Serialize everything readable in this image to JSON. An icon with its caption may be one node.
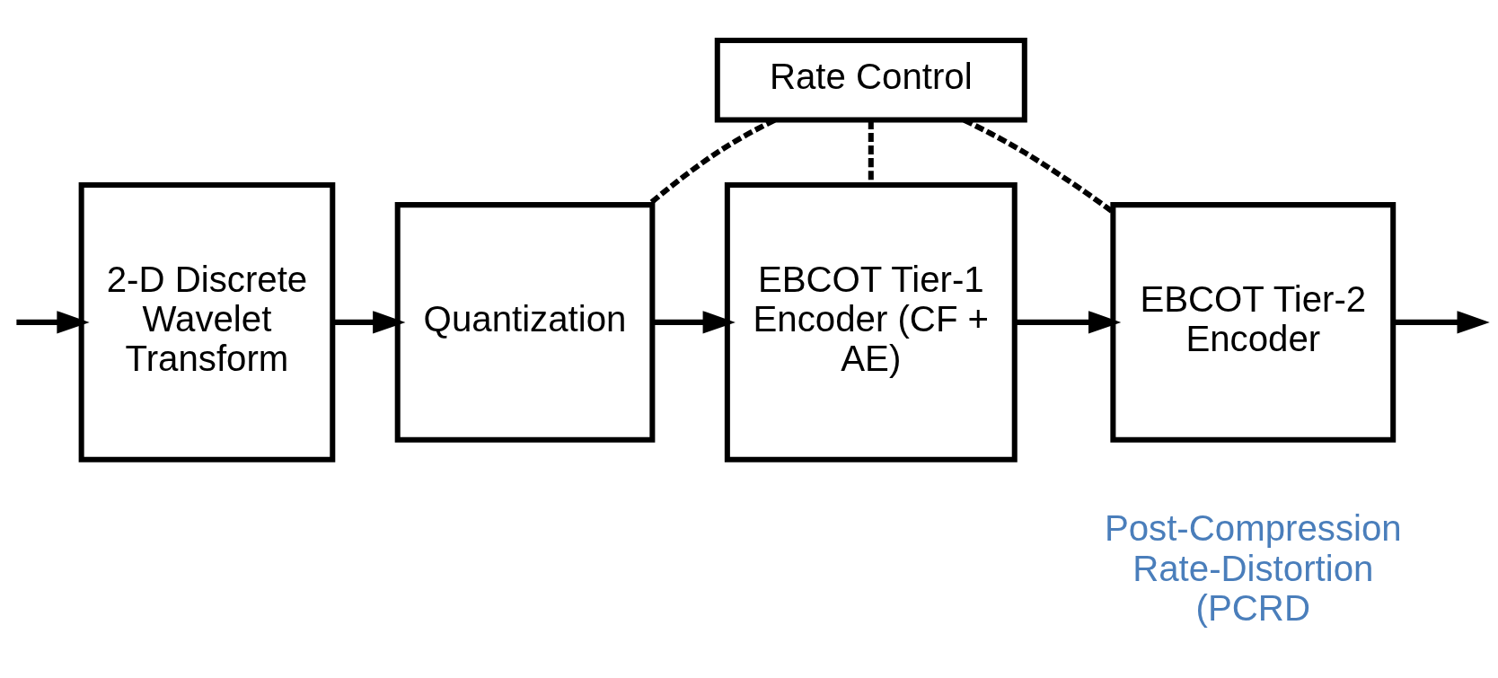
{
  "diagram": {
    "nodes": [
      {
        "text": [
          "Rate Control"
        ]
      },
      {
        "text": [
          "2-D Discrete Wavelet Transform"
        ]
      },
      {
        "text": [
          "Quantization"
        ]
      },
      {
        "text": [
          "EBCOT Tier-1 Encoder (CF + AE)"
        ]
      },
      {
        "text": [
          "EBCOT Tier-2 Encoder"
        ]
      }
    ],
    "edges": [
      {
        "from": 0,
        "to": 2,
        "arrow": "none",
        "style": "dashed"
      },
      {
        "from": 0,
        "to": 3,
        "arrow": "none",
        "style": "dashed"
      },
      {
        "from": 0,
        "to": 4,
        "arrow": "none",
        "style": "dashed"
      },
      {
        "from": null,
        "to": 1,
        "arrow": "to"
      },
      {
        "from": 1,
        "to": 2,
        "arrow": "to"
      },
      {
        "from": 2,
        "to": 3,
        "arrow": "to"
      },
      {
        "from": 3,
        "to": 4,
        "arrow": "to"
      },
      {
        "from": 4,
        "to": null,
        "arrow": "to"
      }
    ],
    "labels": [
      "Post-Compression Rate-Distortion (PCRD"
    ]
  }
}
